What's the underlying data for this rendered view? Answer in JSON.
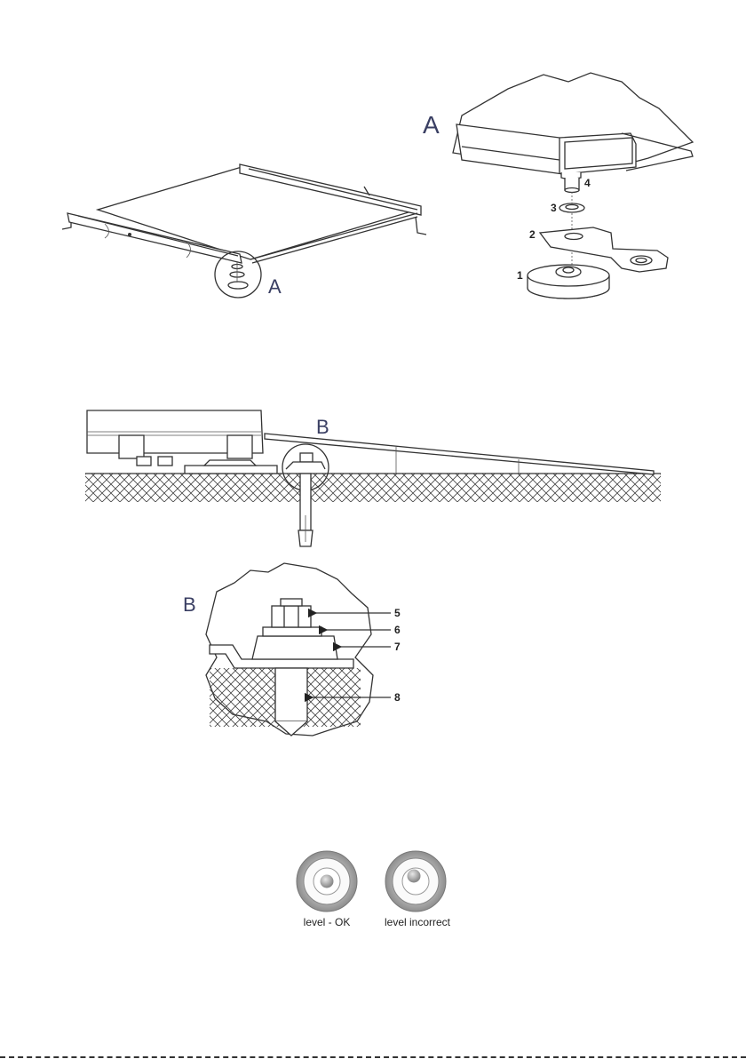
{
  "detail_labels": {
    "a_main": "A",
    "a_detail": "A",
    "b_main": "B",
    "b_detail": "B"
  },
  "part_numbers": {
    "p1": "1",
    "p2": "2",
    "p3": "3",
    "p4": "4",
    "p5": "5",
    "p6": "6",
    "p7": "7",
    "p8": "8"
  },
  "level_indicators": {
    "ok": "level - OK",
    "incorrect": "level incorrect"
  }
}
